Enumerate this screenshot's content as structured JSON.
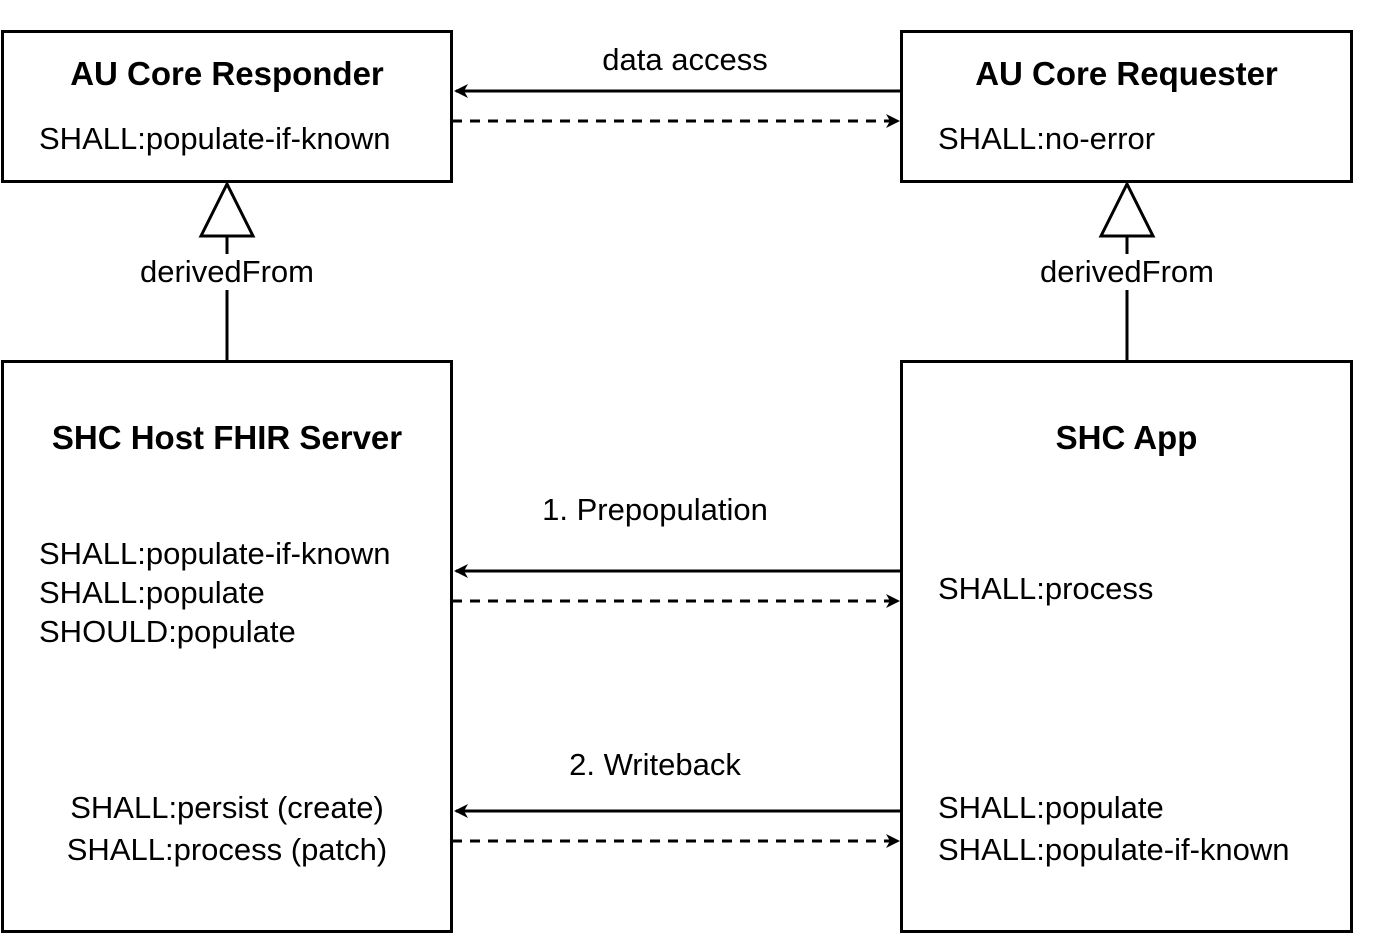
{
  "boxes": {
    "au_core_responder": {
      "title": "AU Core Responder",
      "lines": [
        "SHALL:populate-if-known"
      ]
    },
    "au_core_requester": {
      "title": "AU Core Requester",
      "lines": [
        "SHALL:no-error"
      ]
    },
    "shc_host_fhir_server": {
      "title": "SHC Host FHIR Server",
      "prepop_lines": [
        "SHALL:populate-if-known",
        "SHALL:populate",
        "SHOULD:populate"
      ],
      "writeback_lines": [
        "SHALL:persist (create)",
        "SHALL:process (patch)"
      ]
    },
    "shc_app": {
      "title": "SHC App",
      "prepop_lines": [
        "SHALL:process"
      ],
      "writeback_lines": [
        "SHALL:populate",
        "SHALL:populate-if-known"
      ]
    }
  },
  "edges": {
    "data_access": "data access",
    "prepopulation": "1. Prepopulation",
    "writeback": "2. Writeback",
    "derived_left": "derivedFrom",
    "derived_right": "derivedFrom"
  }
}
